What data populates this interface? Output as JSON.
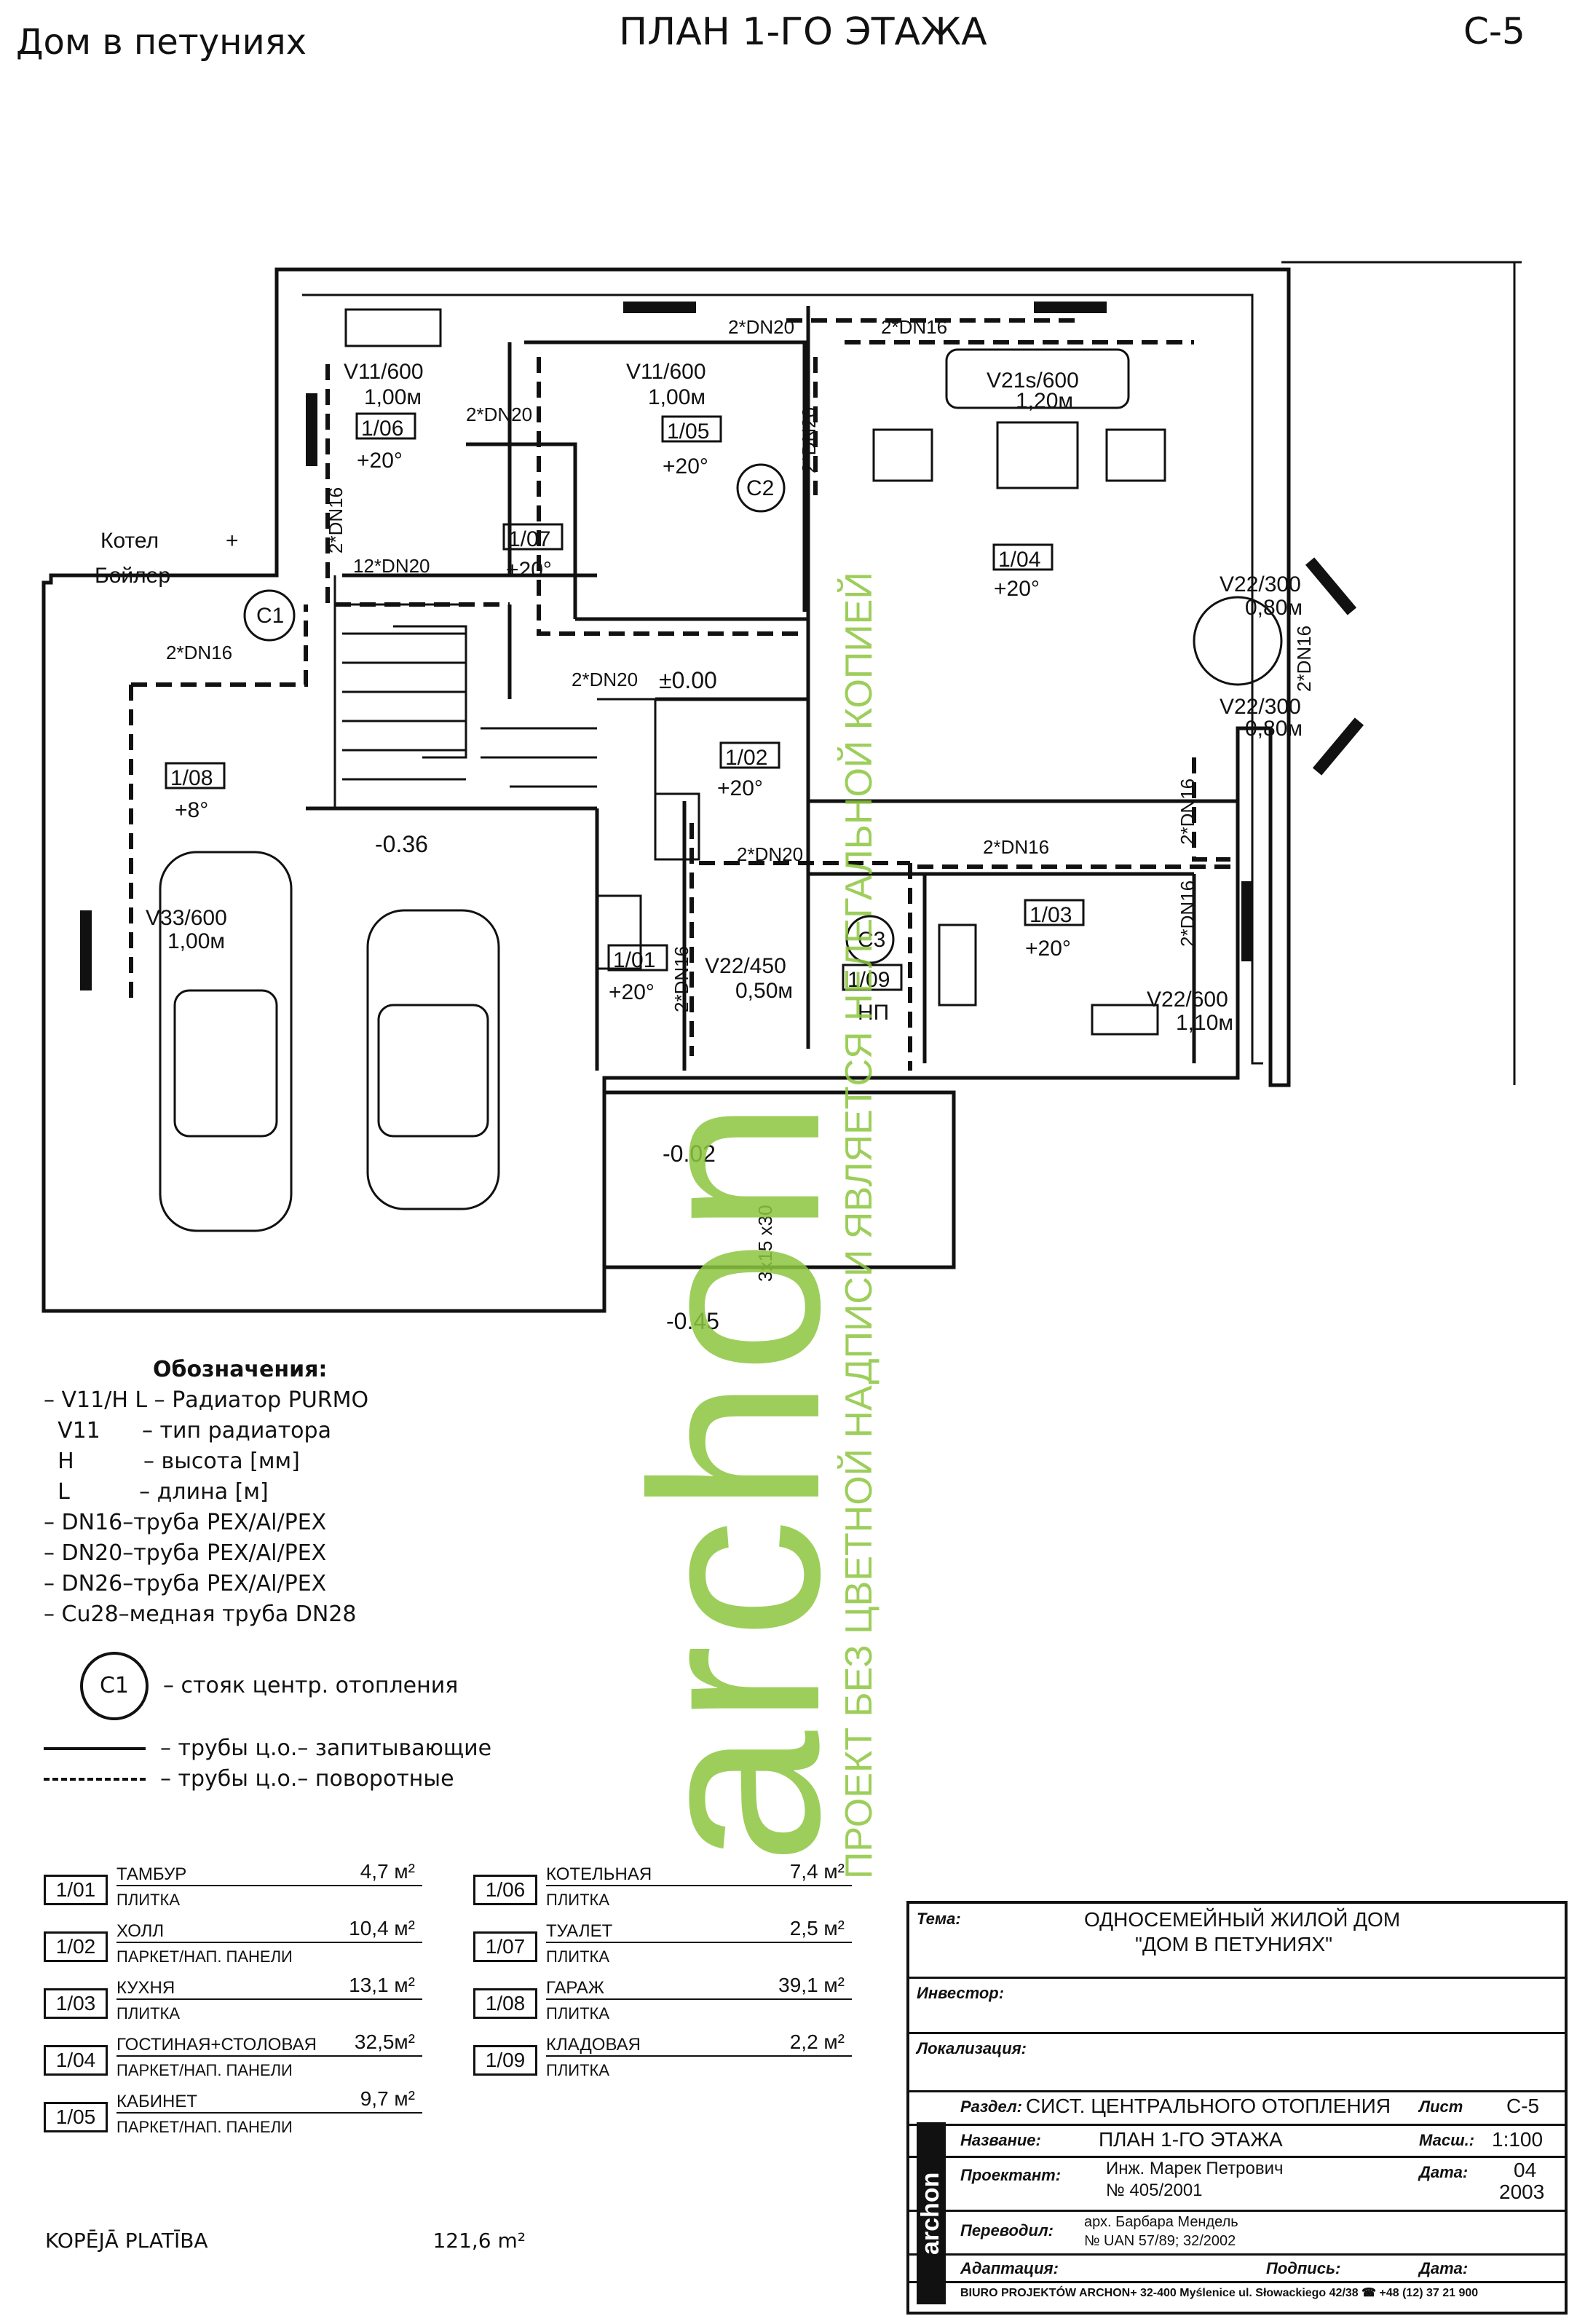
{
  "header": {
    "project": "Дом в петуниях",
    "title": "ПЛАН 1-ГО ЭТАЖА",
    "sheet": "C-5"
  },
  "plan": {
    "labels": {
      "kotel": "Котел",
      "boiler": "Бойлер",
      "plus": "+",
      "r106": "1/06",
      "r105": "1/05",
      "r107": "1/07",
      "r104": "1/04",
      "r108": "1/08",
      "r102": "1/02",
      "r103": "1/03",
      "r101": "1/01",
      "r109": "1/09",
      "t20a": "+20°",
      "t20b": "+20°",
      "t20c": "+20°",
      "t20d": "+20°",
      "t20e": "+20°",
      "t20f": "+20°",
      "t20g": "+20°",
      "t8": "+8°",
      "np": "НП",
      "v11a": "V11/600",
      "v11a_len": "1,00м",
      "v11b": "V11/600",
      "v11b_len": "1,00м",
      "v21s": "V21s/600",
      "v21s_len": "1,20м",
      "v22a": "V22/300",
      "v22a_len": "0,80м",
      "v22b": "V22/300",
      "v22b_len": "0,80м",
      "v33": "V33/600",
      "v33_len": "1,00м",
      "v22c": "V22/450",
      "v22c_len": "0,50м",
      "v22d": "V22/600",
      "v22d_len": "1,10м",
      "c1": "C1",
      "c2": "C2",
      "c3": "C3",
      "dn20a": "2*DN20",
      "dn16a": "2*DN16",
      "dn20b": "2*DN20",
      "dn16b": "2*DN16",
      "dn20c": "2*DN20",
      "dn20d": "12*DN20",
      "dn16c": "2*DN16",
      "dn20e": "2*DN20",
      "dn20f": "2*DN20",
      "dn16d": "2*DN16",
      "dn16e": "2*DN16",
      "dn16f": "2*DN16",
      "dn16g": "2*DN16",
      "dn16h": "2*DN16",
      "lvl000": "±0.00",
      "lvl036": "-0.36",
      "lvl002": "-0.02",
      "lvl045": "-0.45",
      "step": "3x15 x30"
    }
  },
  "legend": {
    "heading": "Обозначения:",
    "rows": [
      "– V11/H L – Радиатор PURMO",
      "  V11      – тип радиатора",
      "  H          – высота [мм]",
      "  L          – длина [м]",
      "– DN16–труба PEX/Al/PEX",
      "– DN20–труба PEX/Al/PEX",
      "– DN26–труба PEX/Al/PEX",
      "– Cu28–медная труба DN28"
    ],
    "riser_code": "C1",
    "riser_text": "– стояк центр. отопления",
    "supply_text": "– трубы ц.о.– запитывающие",
    "return_text": "– трубы ц.о.– поворотные"
  },
  "rooms_left": [
    {
      "code": "1/01",
      "name": "ТАМБУР",
      "area": "4,7 м²",
      "floor": "ПЛИТКА"
    },
    {
      "code": "1/02",
      "name": "ХОЛЛ",
      "area": "10,4 м²",
      "floor": "ПАРКЕТ/НАП. ПАНЕЛИ"
    },
    {
      "code": "1/03",
      "name": "КУХНЯ",
      "area": "13,1 м²",
      "floor": "ПЛИТКА"
    },
    {
      "code": "1/04",
      "name": "ГОСТИНАЯ+СТОЛОВАЯ",
      "area": "32,5м²",
      "floor": "ПАРКЕТ/НАП. ПАНЕЛИ"
    },
    {
      "code": "1/05",
      "name": "КАБИНЕТ",
      "area": "9,7 м²",
      "floor": "ПАРКЕТ/НАП. ПАНЕЛИ"
    }
  ],
  "rooms_right": [
    {
      "code": "1/06",
      "name": "КОТЕЛЬНАЯ",
      "area": "7,4 м²",
      "floor": "ПЛИТКА"
    },
    {
      "code": "1/07",
      "name": "ТУАЛЕТ",
      "area": "2,5 м²",
      "floor": "ПЛИТКА"
    },
    {
      "code": "1/08",
      "name": "ГАРАЖ",
      "area": "39,1 м²",
      "floor": "ПЛИТКА"
    },
    {
      "code": "1/09",
      "name": "КЛАДОВАЯ",
      "area": "2,2 м²",
      "floor": "ПЛИТКА"
    }
  ],
  "total": {
    "label": "KOPĒJĀ PLATĪBA",
    "value": "121,6 m²"
  },
  "watermark": {
    "word": "archon",
    "note": "ПРОЕКТ БЕЗ ЦВЕТНОЙ НАДПИСИ ЯВЛЯЕТСЯ НЕЛЕГАЛЬНОЙ КОПИЕЙ"
  },
  "title_block": {
    "tema_k": "Тема:",
    "tema_v1": "ОДНОСЕМЕЙНЫЙ ЖИЛОЙ ДОМ",
    "tema_v2": "\"ДОМ В ПЕТУНИЯХ\"",
    "investor_k": "Инвестор:",
    "location_k": "Локализация:",
    "section_k": "Раздел:",
    "section_v": "СИСТ. ЦЕНТРАЛЬНОГО ОТОПЛЕНИЯ",
    "sheet_k": "Лист",
    "sheet_v": "C-5",
    "name_k": "Название:",
    "name_v": "ПЛАН 1-ГО ЭТАЖА",
    "scale_k": "Масш.:",
    "scale_v": "1:100",
    "designer_k": "Проектант:",
    "designer_v1": "Инж. Марек Петрович",
    "designer_v2": "№ 405/2001",
    "date_k": "Дата:",
    "date_v1": "04",
    "date_v2": "2003",
    "translate_k": "Переводил:",
    "translate_v1": "арх. Барбара Мендель",
    "translate_v2": "№ UAN 57/89; 32/2002",
    "adapt_k": "Адаптация:",
    "sign_k": "Подпись:",
    "date2_k": "Дата:",
    "logo": "archon",
    "footer": "BIURO PROJEKTÓW ARCHON+ 32-400 Myślenice ul. Słowackiego 42/38 ☎ +48 (12) 37 21 900"
  }
}
